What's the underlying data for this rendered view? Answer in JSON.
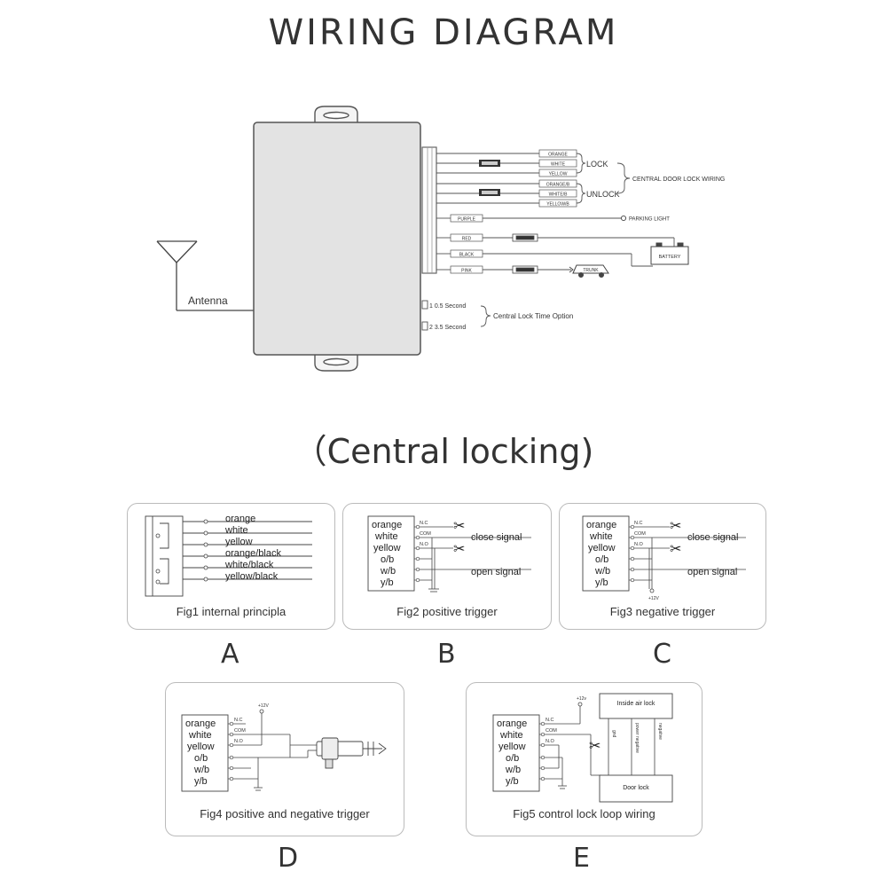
{
  "title": "WIRING DIAGRAM",
  "subtitle": "（Central locking)",
  "top": {
    "antenna": "Antenna",
    "lock": "LOCK",
    "unlock": "UNLOCK",
    "central_door": "CENTRAL DOOR LOCK WIRING",
    "lock_wires": [
      "ORANGE",
      "WHITE",
      "YELLOW"
    ],
    "unlock_wires": [
      "ORANGE/B",
      "WHITE/B",
      "YELLOW/B"
    ],
    "purple": "PURPLE",
    "parking_light": "PARKING LIGHT",
    "red": "RED",
    "black": "BLACK",
    "pink": "PINK",
    "battery": "BATTERY",
    "trunk": "TRUNK",
    "time1": "1 0.5 Second",
    "time2": "2 3.5 Second",
    "time_option": "Central Lock Time Option"
  },
  "figs": {
    "a": {
      "wires": [
        "orange",
        "white",
        "yellow",
        "orange/black",
        "white/black",
        "yellow/black"
      ],
      "caption": "Fig1 internal principla",
      "letter": "A"
    },
    "b": {
      "wires": [
        "orange",
        "white",
        "yellow",
        "o/b",
        "w/b",
        "y/b"
      ],
      "terms": [
        "N.C",
        "COM",
        "N.O"
      ],
      "close": "close signal",
      "open": "open signal",
      "caption": "Fig2 positive trigger",
      "letter": "B"
    },
    "c": {
      "wires": [
        "orange",
        "white",
        "yellow",
        "o/b",
        "w/b",
        "y/b"
      ],
      "terms": [
        "N.C",
        "COM",
        "N.O"
      ],
      "close": "close signal",
      "open": "open signal",
      "power": "+12V",
      "caption": "Fig3 negative trigger",
      "letter": "C"
    },
    "d": {
      "wires": [
        "orange",
        "white",
        "yellow",
        "o/b",
        "w/b",
        "y/b"
      ],
      "terms": [
        "N.C",
        "COM",
        "N.O"
      ],
      "power": "+12V",
      "caption": "Fig4 positive and negative trigger",
      "letter": "D"
    },
    "e": {
      "wires": [
        "orange",
        "white",
        "yellow",
        "o/b",
        "w/b",
        "y/b"
      ],
      "terms": [
        "N.C",
        "COM",
        "N.O"
      ],
      "power": "+12v",
      "inside": "Inside air lock",
      "door": "Door lock",
      "ends": [
        "gnd",
        "power negative",
        "negative"
      ],
      "caption": "Fig5 control lock loop wiring",
      "letter": "E"
    }
  }
}
